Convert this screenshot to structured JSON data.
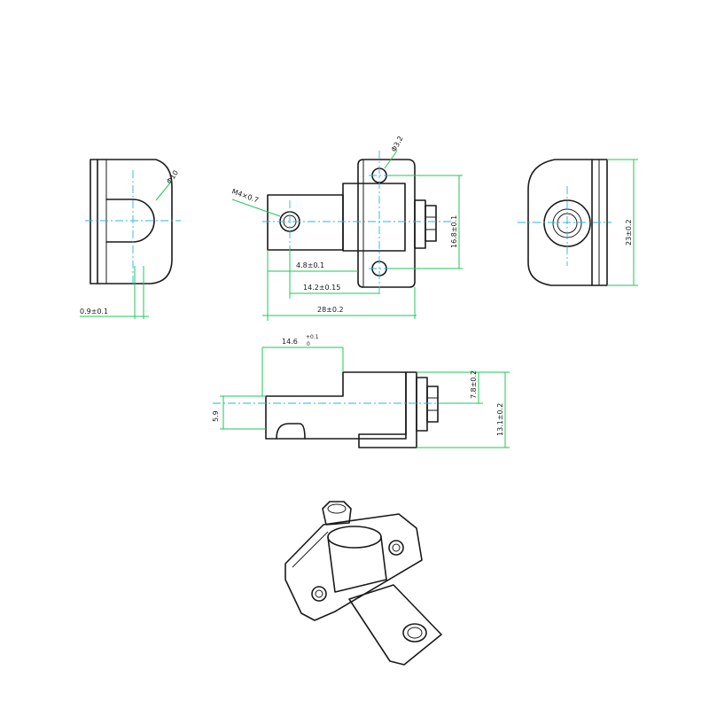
{
  "dimensions": {
    "phi10": "Φ10",
    "m4": "M4×0.7",
    "phi3_2": "Φ3.2",
    "d0_9": "0.9±0.1",
    "d4_8": "4.8±0.1",
    "d14_2": "14.2±0.15",
    "d28": "28±0.2",
    "d16_8": "16.8±0.1",
    "d23": "23±0.2",
    "d14_6": "14.6",
    "tol_upper": "+0.1",
    "tol_lower": "0",
    "d5_9": "5.9",
    "d7_8": "7.8±0.2",
    "d13_1": "13.1±0.2"
  },
  "colors": {
    "outline": "#1a1a1a",
    "centerline": "#29b6e3",
    "dimension": "#22c55e"
  }
}
